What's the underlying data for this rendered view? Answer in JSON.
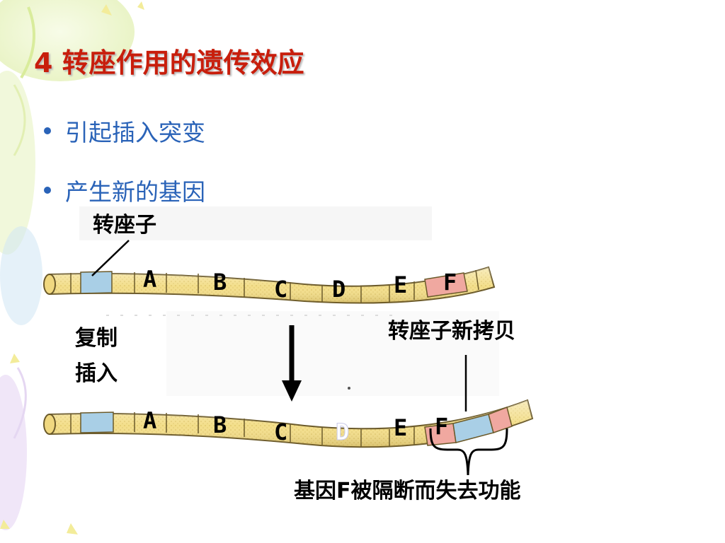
{
  "title": "4 转座作用的遗传效应",
  "bullets": [
    "引起插入突变",
    "产生新的基因"
  ],
  "diagram": {
    "transposon_label": "转座子",
    "new_copy_label": "转座子新拷贝",
    "process_label_line1": "复制",
    "process_label_line2": "插入",
    "result_label": "基因F被隔断而失去功能",
    "genes_top": [
      "A",
      "B",
      "C",
      "D",
      "E",
      "F"
    ],
    "genes_bottom": [
      "A",
      "B",
      "C",
      "D",
      "E",
      "F"
    ]
  },
  "colors": {
    "title": "#c81e0c",
    "bullet_text": "#2a63b8",
    "chromosome_yellow": "#f3de8a",
    "transposon_blue": "#a9cfe6",
    "gene_f_pink": "#f0a8a0"
  }
}
